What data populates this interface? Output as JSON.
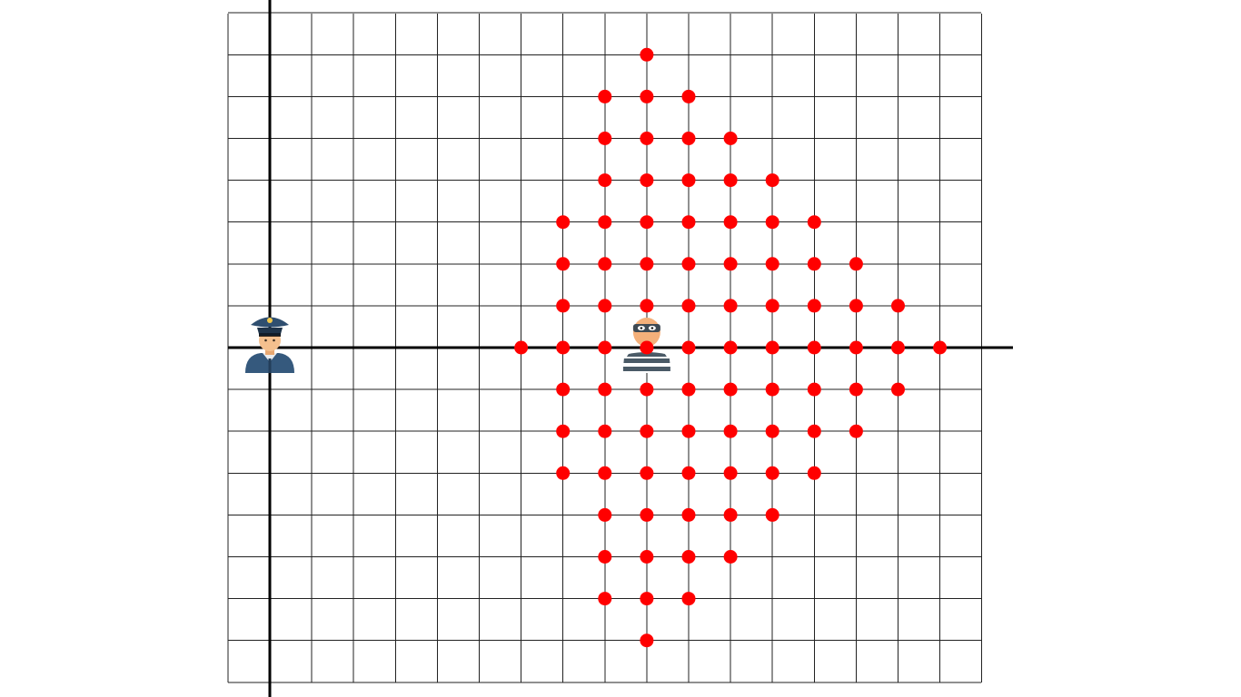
{
  "colors": {
    "background": "#ffffff",
    "grid": "#222222",
    "axis": "#000000",
    "dot": "#ff0000"
  },
  "grid": {
    "x_min": -1,
    "x_max": 17,
    "y_min": -8,
    "y_max": 8
  },
  "characters": [
    {
      "name": "police-officer-icon",
      "x": 0,
      "y": 0
    },
    {
      "name": "robber-icon",
      "x": 9,
      "y": 0
    }
  ],
  "dots": [
    [
      9,
      7
    ],
    [
      8,
      6
    ],
    [
      9,
      6
    ],
    [
      10,
      6
    ],
    [
      8,
      5
    ],
    [
      9,
      5
    ],
    [
      10,
      5
    ],
    [
      11,
      5
    ],
    [
      8,
      4
    ],
    [
      9,
      4
    ],
    [
      10,
      4
    ],
    [
      11,
      4
    ],
    [
      12,
      4
    ],
    [
      7,
      3
    ],
    [
      8,
      3
    ],
    [
      9,
      3
    ],
    [
      10,
      3
    ],
    [
      11,
      3
    ],
    [
      12,
      3
    ],
    [
      13,
      3
    ],
    [
      7,
      2
    ],
    [
      8,
      2
    ],
    [
      9,
      2
    ],
    [
      10,
      2
    ],
    [
      11,
      2
    ],
    [
      12,
      2
    ],
    [
      13,
      2
    ],
    [
      14,
      2
    ],
    [
      7,
      1
    ],
    [
      8,
      1
    ],
    [
      9,
      1
    ],
    [
      10,
      1
    ],
    [
      11,
      1
    ],
    [
      12,
      1
    ],
    [
      13,
      1
    ],
    [
      14,
      1
    ],
    [
      15,
      1
    ],
    [
      6,
      0
    ],
    [
      7,
      0
    ],
    [
      8,
      0
    ],
    [
      9,
      0
    ],
    [
      10,
      0
    ],
    [
      11,
      0
    ],
    [
      12,
      0
    ],
    [
      13,
      0
    ],
    [
      14,
      0
    ],
    [
      15,
      0
    ],
    [
      16,
      0
    ],
    [
      7,
      -1
    ],
    [
      8,
      -1
    ],
    [
      9,
      -1
    ],
    [
      10,
      -1
    ],
    [
      11,
      -1
    ],
    [
      12,
      -1
    ],
    [
      13,
      -1
    ],
    [
      14,
      -1
    ],
    [
      15,
      -1
    ],
    [
      7,
      -2
    ],
    [
      8,
      -2
    ],
    [
      9,
      -2
    ],
    [
      10,
      -2
    ],
    [
      11,
      -2
    ],
    [
      12,
      -2
    ],
    [
      13,
      -2
    ],
    [
      14,
      -2
    ],
    [
      7,
      -3
    ],
    [
      8,
      -3
    ],
    [
      9,
      -3
    ],
    [
      10,
      -3
    ],
    [
      11,
      -3
    ],
    [
      12,
      -3
    ],
    [
      13,
      -3
    ],
    [
      8,
      -4
    ],
    [
      9,
      -4
    ],
    [
      10,
      -4
    ],
    [
      11,
      -4
    ],
    [
      12,
      -4
    ],
    [
      8,
      -5
    ],
    [
      9,
      -5
    ],
    [
      10,
      -5
    ],
    [
      11,
      -5
    ],
    [
      8,
      -6
    ],
    [
      9,
      -6
    ],
    [
      10,
      -6
    ],
    [
      9,
      -7
    ]
  ]
}
